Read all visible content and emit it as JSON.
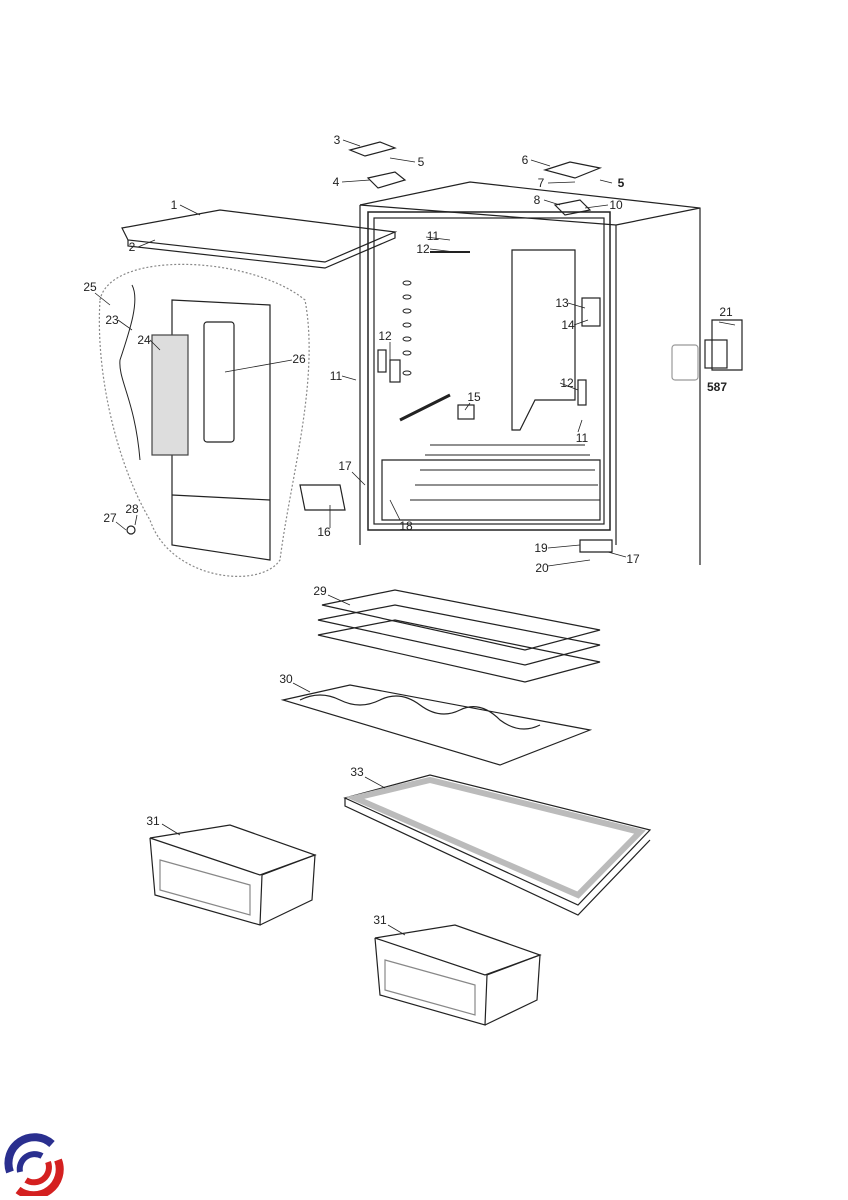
{
  "diagram": {
    "title": "Refrigerator cabinet exploded parts view",
    "callouts": [
      {
        "id": "c3",
        "text": "3"
      },
      {
        "id": "c5a",
        "text": "5"
      },
      {
        "id": "c4",
        "text": "4"
      },
      {
        "id": "c6",
        "text": "6"
      },
      {
        "id": "c7",
        "text": "7"
      },
      {
        "id": "c5b",
        "text": "5"
      },
      {
        "id": "c8",
        "text": "8"
      },
      {
        "id": "c10",
        "text": "10"
      },
      {
        "id": "c1",
        "text": "1"
      },
      {
        "id": "c2",
        "text": "2"
      },
      {
        "id": "c11a",
        "text": "11"
      },
      {
        "id": "c12a",
        "text": "12"
      },
      {
        "id": "c25",
        "text": "25"
      },
      {
        "id": "c23",
        "text": "23"
      },
      {
        "id": "c24",
        "text": "24"
      },
      {
        "id": "c26",
        "text": "26"
      },
      {
        "id": "c13",
        "text": "13"
      },
      {
        "id": "c14",
        "text": "14"
      },
      {
        "id": "c12b",
        "text": "12"
      },
      {
        "id": "c11b",
        "text": "11"
      },
      {
        "id": "c12c",
        "text": "12"
      },
      {
        "id": "c15",
        "text": "15"
      },
      {
        "id": "c11c",
        "text": "11"
      },
      {
        "id": "c21",
        "text": "21"
      },
      {
        "id": "c587",
        "text": "587"
      },
      {
        "id": "c17a",
        "text": "17"
      },
      {
        "id": "c16",
        "text": "16"
      },
      {
        "id": "c18",
        "text": "18"
      },
      {
        "id": "c28",
        "text": "28"
      },
      {
        "id": "c27",
        "text": "27"
      },
      {
        "id": "c19",
        "text": "19"
      },
      {
        "id": "c17b",
        "text": "17"
      },
      {
        "id": "c20",
        "text": "20"
      },
      {
        "id": "c29",
        "text": "29"
      },
      {
        "id": "c30",
        "text": "30"
      },
      {
        "id": "c33",
        "text": "33"
      },
      {
        "id": "c31a",
        "text": "31"
      },
      {
        "id": "c31b",
        "text": "31"
      }
    ]
  },
  "logo": {
    "colors": {
      "blue": "#2a2f8f",
      "red": "#d42020"
    }
  }
}
